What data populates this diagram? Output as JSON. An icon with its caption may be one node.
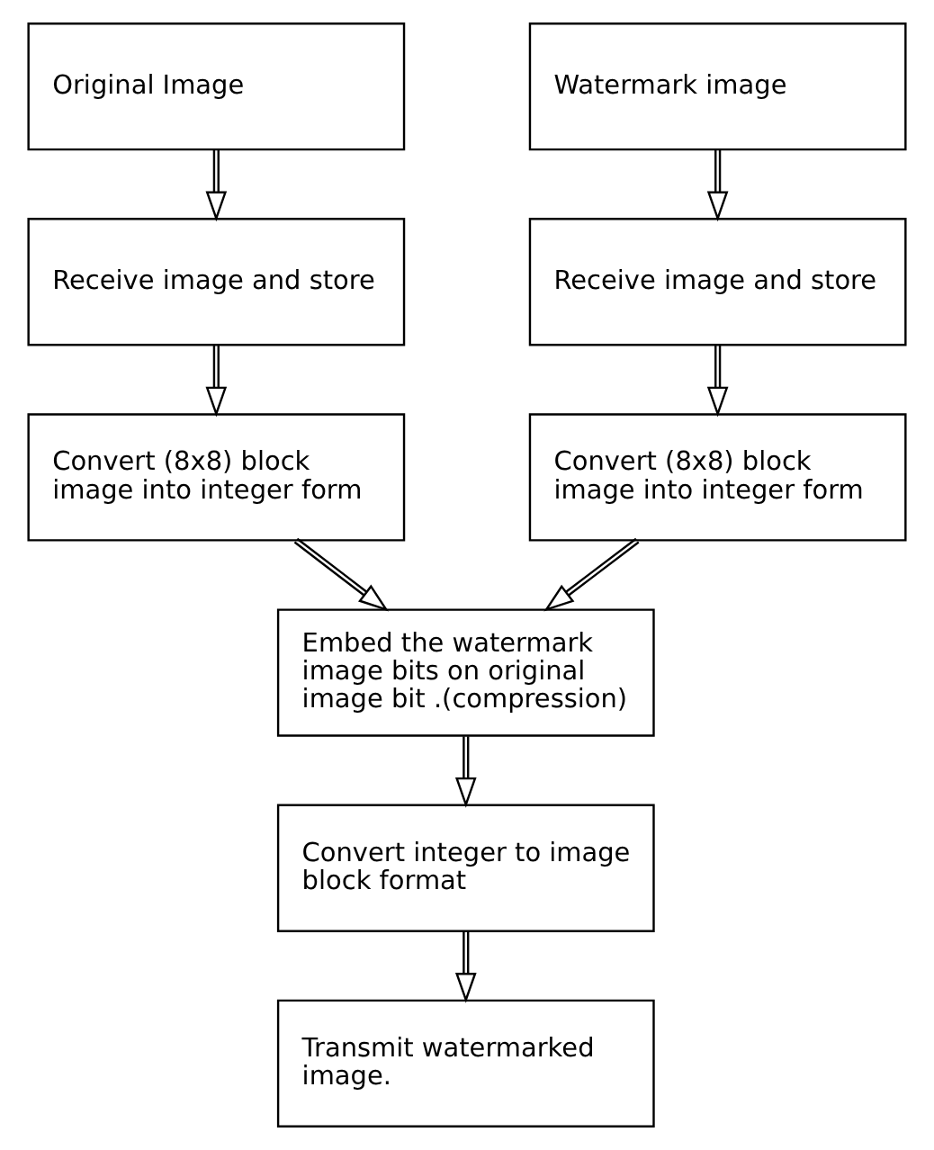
{
  "diagram": {
    "nodes": [
      {
        "text": [
          "Original Image"
        ]
      },
      {
        "text": [
          "Watermark image"
        ]
      },
      {
        "text": [
          "Receive image and store"
        ]
      },
      {
        "text": [
          "Receive image and store"
        ]
      },
      {
        "text": [
          "Convert (8x8) block image into integer form"
        ]
      },
      {
        "text": [
          "Convert (8x8) block image into integer form"
        ]
      },
      {
        "text": [
          "Embed the watermark image bits on original image bit .(compression)"
        ]
      },
      {
        "text": [
          "Convert integer to image block format"
        ]
      },
      {
        "text": [
          "Transmit watermarked image."
        ]
      }
    ],
    "edges": [
      {
        "from": 0,
        "to": 2,
        "arrow": "to"
      },
      {
        "from": 2,
        "to": 4,
        "arrow": "to"
      },
      {
        "from": 1,
        "to": 3,
        "arrow": "to"
      },
      {
        "from": 3,
        "to": 5,
        "arrow": "to"
      },
      {
        "from": 4,
        "to": 6,
        "arrow": "to"
      },
      {
        "from": 5,
        "to": 6,
        "arrow": "to"
      },
      {
        "from": 6,
        "to": 7,
        "arrow": "to"
      },
      {
        "from": 7,
        "to": 8,
        "arrow": "to"
      }
    ]
  }
}
